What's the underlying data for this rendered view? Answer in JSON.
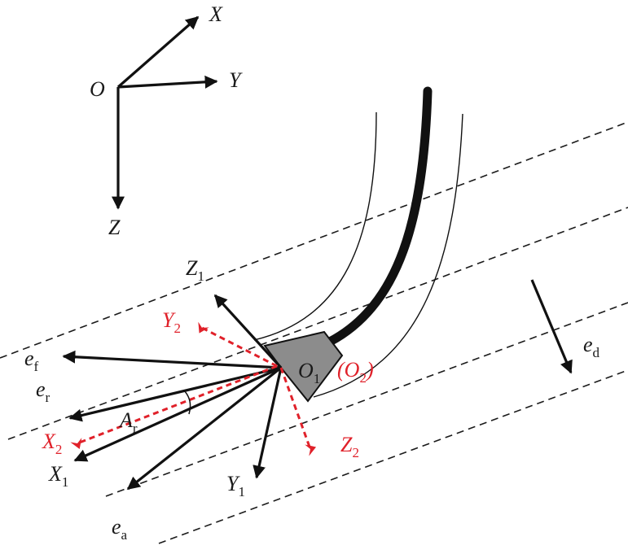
{
  "colors": {
    "black": "#111111",
    "red": "#e0212a",
    "tool_fill": "#8c8c8c"
  },
  "global_frame": {
    "origin": "O",
    "x": "X",
    "y": "Y",
    "z": "Z"
  },
  "tool_frame": {
    "origin": "O",
    "origin_sub": "1",
    "z1": "Z",
    "z1_sub": "1",
    "x1": "X",
    "x1_sub": "1",
    "y1": "Y",
    "y1_sub": "1"
  },
  "rotated_frame": {
    "origin_open": "(O",
    "origin_sub": "2",
    "origin_close": ")",
    "x2": "X",
    "x2_sub": "2",
    "y2": "Y",
    "y2_sub": "2",
    "z2": "Z",
    "z2_sub": "2"
  },
  "vectors": {
    "ef": "e",
    "ef_sub": "f",
    "er": "e",
    "er_sub": "r",
    "ea": "e",
    "ea_sub": "a",
    "ed": "e",
    "ed_sub": "d"
  },
  "angle": {
    "name": "A",
    "sub": "r"
  }
}
